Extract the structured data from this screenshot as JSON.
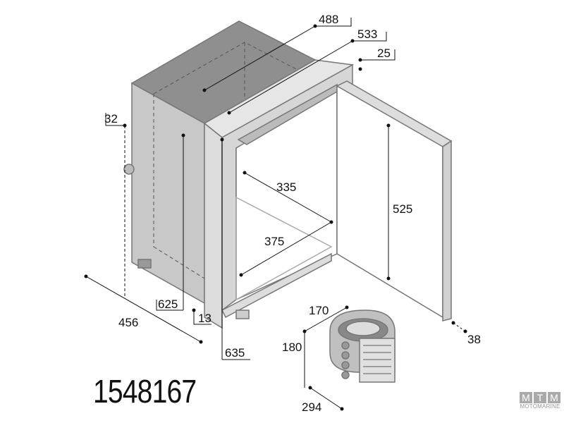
{
  "model_number": "1548167",
  "dimensions": {
    "width_inner_top": "488",
    "width_frame": "533",
    "frame_depth": "25",
    "side_offset": "32",
    "inner_width": "335",
    "inner_height": "525",
    "inner_depth": "375",
    "depth": "456",
    "height_body": "625",
    "frame_offset": "13",
    "height_frame": "635",
    "door_thickness": "38",
    "compressor_width": "170",
    "compressor_height": "180",
    "compressor_depth": "294"
  },
  "logo": {
    "letters": [
      "M",
      "T",
      "M"
    ],
    "subtitle": "MOTOMARINE"
  },
  "colors": {
    "top": "#8f8f8f",
    "side": "#c4c4c4",
    "frame": "#e2e2e2",
    "line": "#111111"
  }
}
